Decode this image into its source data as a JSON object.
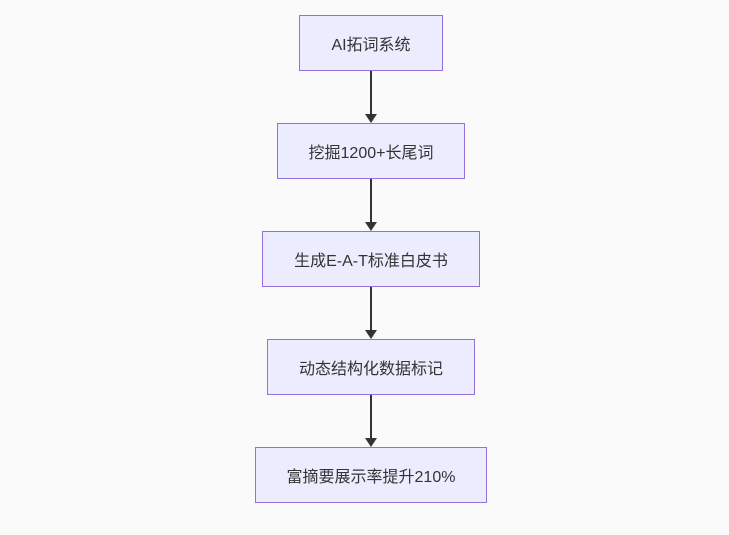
{
  "diagram": {
    "type": "flowchart",
    "direction": "top-down",
    "colors": {
      "page_bg": "#fafafa",
      "node_fill": "#ECECFF",
      "node_border": "#9370DB",
      "node_text": "#333333",
      "edge_color": "#333333"
    },
    "nodes": [
      {
        "id": "n1",
        "label": "AI拓词系统"
      },
      {
        "id": "n2",
        "label": "挖掘1200+长尾词"
      },
      {
        "id": "n3",
        "label": "生成E-A-T标准白皮书"
      },
      {
        "id": "n4",
        "label": "动态结构化数据标记"
      },
      {
        "id": "n5",
        "label": "富摘要展示率提升210%"
      }
    ],
    "edges": [
      {
        "from": "n1",
        "to": "n2",
        "style": "arrow-down"
      },
      {
        "from": "n2",
        "to": "n3",
        "style": "arrow-down"
      },
      {
        "from": "n3",
        "to": "n4",
        "style": "arrow-down"
      },
      {
        "from": "n4",
        "to": "n5",
        "style": "arrow-down"
      }
    ]
  }
}
